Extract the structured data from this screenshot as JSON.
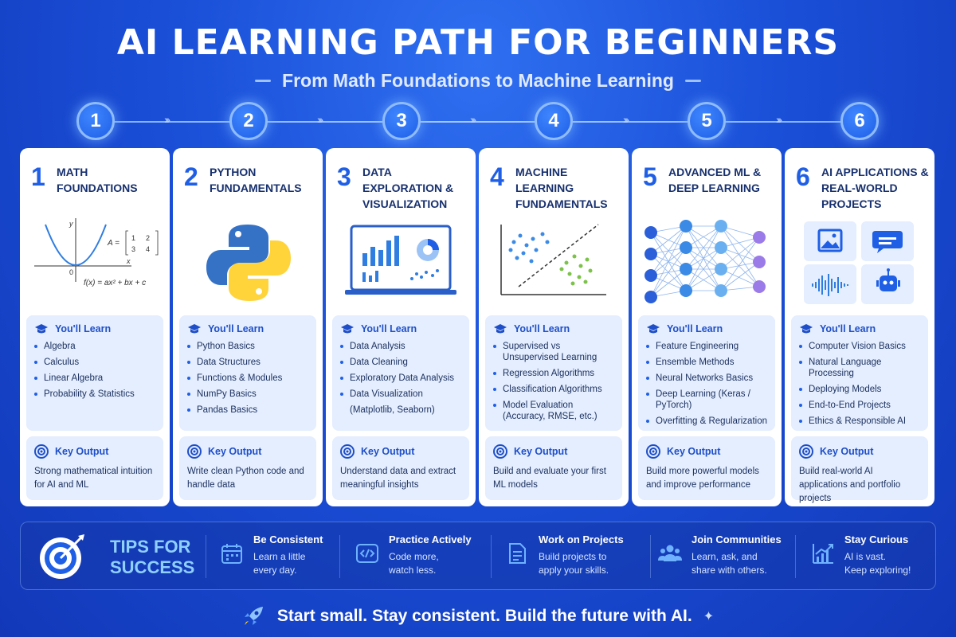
{
  "header": {
    "title": "AI LEARNING PATH FOR BEGINNERS",
    "subtitle": "From Math Foundations to Machine Learning"
  },
  "steps": [
    "1",
    "2",
    "3",
    "4",
    "5",
    "6"
  ],
  "cards": [
    {
      "number": "1",
      "title": "Math Foundations",
      "illustration": {
        "axis_y": "y",
        "axis_x": "x",
        "origin": "0",
        "function": "f(x) = ax² + bx + c",
        "matrix_label": "A =",
        "matrix": [
          "1",
          "2",
          "3",
          "4"
        ]
      },
      "learn_heading": "You'll Learn",
      "learn_items": [
        "Algebra",
        "Calculus",
        "Linear Algebra",
        "Probability & Statistics"
      ],
      "output_heading": "Key Output",
      "output_text": "Strong mathematical intuition for AI and ML"
    },
    {
      "number": "2",
      "title": "Python Fundamentals",
      "learn_heading": "You'll Learn",
      "learn_items": [
        "Python Basics",
        "Data Structures",
        "Functions & Modules",
        "NumPy Basics",
        "Pandas Basics"
      ],
      "output_heading": "Key Output",
      "output_text": "Write clean Python code and handle data"
    },
    {
      "number": "3",
      "title": "Data Exploration & Visualization",
      "learn_heading": "You'll Learn",
      "learn_items": [
        "Data Analysis",
        "Data Cleaning",
        "Exploratory Data Analysis",
        "Data Visualization"
      ],
      "learn_note": "(Matplotlib, Seaborn)",
      "output_heading": "Key Output",
      "output_text": "Understand data and extract meaningful insights"
    },
    {
      "number": "4",
      "title": "Machine Learning Fundamentals",
      "learn_heading": "You'll Learn",
      "learn_items": [
        "Supervised vs Unsupervised Learning",
        "Regression Algorithms",
        "Classification Algorithms",
        "Model Evaluation (Accuracy, RMSE, etc.)"
      ],
      "output_heading": "Key Output",
      "output_text": "Build and evaluate your first ML models"
    },
    {
      "number": "5",
      "title": "Advanced ML & Deep Learning",
      "learn_heading": "You'll Learn",
      "learn_items": [
        "Feature Engineering",
        "Ensemble Methods",
        "Neural Networks Basics",
        "Deep Learning (Keras / PyTorch)",
        "Overfitting & Regularization"
      ],
      "output_heading": "Key Output",
      "output_text": "Build more powerful models and improve performance"
    },
    {
      "number": "6",
      "title": "AI Applications & Real-World Projects",
      "learn_heading": "You'll Learn",
      "learn_items": [
        "Computer Vision Basics",
        "Natural Language Processing",
        "Deploying Models",
        "End-to-End Projects",
        "Ethics & Responsible AI"
      ],
      "output_heading": "Key Output",
      "output_text": "Build real-world AI applications and portfolio projects"
    }
  ],
  "tips": {
    "title_line1": "TIPS FOR",
    "title_line2": "SUCCESS",
    "items": [
      {
        "icon": "calendar-icon",
        "heading": "Be Consistent",
        "body1": "Learn a little",
        "body2": "every day."
      },
      {
        "icon": "code-icon",
        "heading": "Practice Actively",
        "body1": "Code more,",
        "body2": "watch less."
      },
      {
        "icon": "document-icon",
        "heading": "Work on Projects",
        "body1": "Build projects to",
        "body2": "apply your skills."
      },
      {
        "icon": "community-icon",
        "heading": "Join Communities",
        "body1": "Learn, ask, and",
        "body2": "share with others."
      },
      {
        "icon": "growth-chart-icon",
        "heading": "Stay Curious",
        "body1": "AI is vast.",
        "body2": "Keep exploring!"
      }
    ]
  },
  "footer": {
    "text": "Start small. Stay consistent. Build the future with AI."
  },
  "colors": {
    "background": "#1a4fd8",
    "accent": "#1f5fe6",
    "card_box": "#e4eeff",
    "tips_title": "#8fd0ff"
  }
}
